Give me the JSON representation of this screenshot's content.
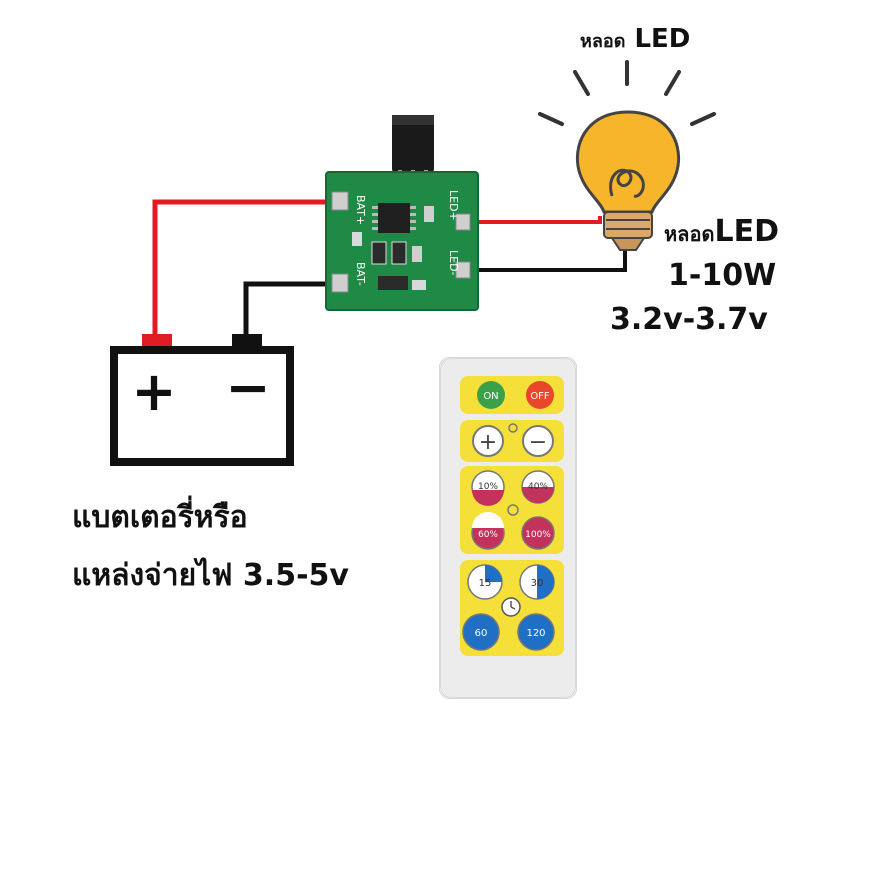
{
  "labels": {
    "bulb_top_prefix": "หลอด",
    "bulb_top_main": "LED",
    "bulb_side_prefix": "หลอด",
    "bulb_side_main": "LED",
    "wattage": "1-10W",
    "voltage": "3.2v-3.7v",
    "battery_line1": "แบตเตอรี่หรือ",
    "battery_line2": "แหล่งจ่ายไฟ 3.5-5v"
  },
  "battery": {
    "plus": "+",
    "minus": "−"
  },
  "board": {
    "bat_plus": "BAT+",
    "bat_minus": "BAT-",
    "led_plus": "LED+",
    "led_minus": "LED-"
  },
  "remote": {
    "on": "ON",
    "off": "OFF",
    "plus": "+",
    "minus": "−",
    "p10": "10%",
    "p40": "40%",
    "p60": "60%",
    "p100": "100%",
    "t15": "15",
    "t30": "30",
    "t60": "60",
    "t120": "120"
  },
  "colors": {
    "wire_red": "#e01b24",
    "wire_black": "#111111",
    "pcb_green": "#1e8a45",
    "bulb_yellow": "#f7b52b",
    "remote_yellow": "#f5e03a",
    "button_red": "#c2325a",
    "button_blue": "#1f6fc4",
    "button_green": "#3aa14a",
    "button_orange": "#e8472b"
  }
}
